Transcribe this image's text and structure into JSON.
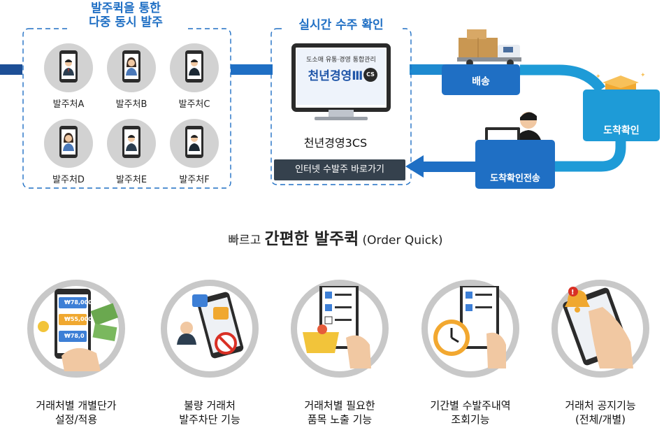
{
  "order_group": {
    "title_line1": "발주퀵을 통한",
    "title_line2": "다중 동시 발주",
    "suppliers": [
      {
        "label": "발주처A",
        "gender": "male"
      },
      {
        "label": "발주처B",
        "gender": "female"
      },
      {
        "label": "발주처C",
        "gender": "male"
      },
      {
        "label": "발주처D",
        "gender": "female"
      },
      {
        "label": "발주처E",
        "gender": "male"
      },
      {
        "label": "발주처F",
        "gender": "male"
      }
    ]
  },
  "realtime": {
    "title": "실시간 수주 확인",
    "screen_subtitle": "도소매 유통·경영 통합관리",
    "screen_logo": "천년경영Ⅲ",
    "screen_badge": "CS",
    "product_name": "천년경영3CS",
    "shortcut_label": "인터넷 수발주 바로가기"
  },
  "steps": {
    "delivery": "배송",
    "arrival_check": "도착확인",
    "arrival_send": "도착확인전송"
  },
  "headline": {
    "prefix": "빠르고",
    "main": "간편한 발주퀵",
    "english": "(Order Quick)"
  },
  "features": [
    {
      "line1": "거래처별 개별단가",
      "line2": "설정/적용",
      "icon": "price-list-phone-icon"
    },
    {
      "line1": "불량 거래처",
      "line2": "발주차단 기능",
      "icon": "block-supplier-icon"
    },
    {
      "line1": "거래처별 필요한",
      "line2": "품목 노출 기능",
      "icon": "checklist-basket-icon"
    },
    {
      "line1": "기간별 수발주내역",
      "line2": "조회기능",
      "icon": "alarm-clock-checklist-icon"
    },
    {
      "line1": "거래처 공지기능",
      "line2": "(전체/개별)",
      "icon": "notice-bell-icon"
    }
  ],
  "phone_prices": [
    "₩78,000",
    "₩55,000",
    "₩78,0"
  ],
  "colors": {
    "primary_blue": "#1f6fc4",
    "light_blue": "#1e9bd7",
    "dark_bar": "#35414d",
    "flow_line": "#2767b8",
    "circle_gray": "#c8c8c8"
  }
}
